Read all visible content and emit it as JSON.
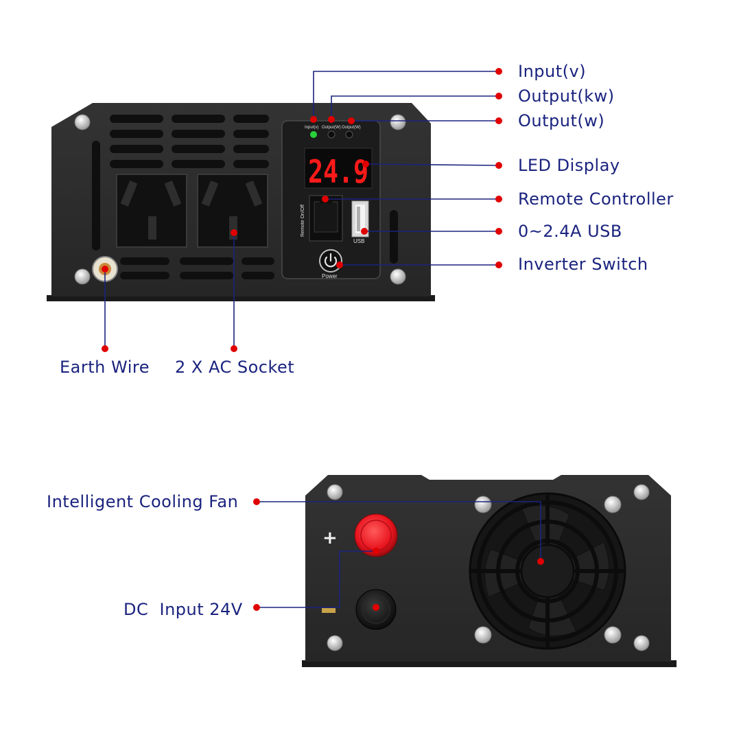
{
  "callouts_top": {
    "input_v": "Input(v)",
    "output_kw": "Output(kw)",
    "output_w": "Output(w)",
    "led_display": "LED Display",
    "remote_controller": "Remote Controller",
    "usb": "0~2.4A USB",
    "inverter_switch": "Inverter Switch",
    "earth_wire": "Earth Wire",
    "ac_socket": "2 X AC Socket"
  },
  "callouts_bottom": {
    "cooling_fan": "Intelligent Cooling Fan",
    "dc_input": "DC  Input 24V"
  },
  "panel": {
    "indicator_input": "Input(v)",
    "indicator_output_w1": "Output(W)",
    "indicator_output_w2": "Output(W)",
    "display_value": "24.9",
    "remote_label": "Remote On/Off",
    "usb_label": "USB",
    "power_label": "Power",
    "positive_symbol": "+"
  },
  "colors": {
    "label_text": "#1a237e",
    "leader_line": "#1a237e",
    "callout_dot": "#e00000",
    "device_body": "#2b2b2b",
    "led_green": "#27d23a",
    "led_red": "#ff1a1a",
    "terminal_red": "#e8141e"
  },
  "icons": {
    "power": "power-icon",
    "screw": "screw-icon",
    "fan": "fan-icon"
  }
}
